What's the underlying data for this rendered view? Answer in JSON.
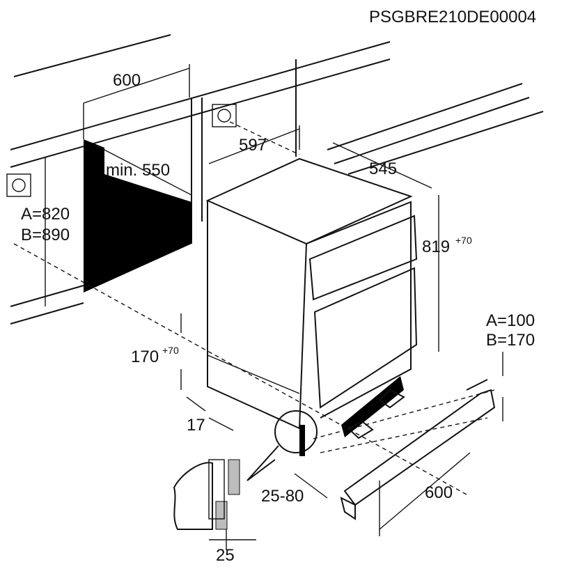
{
  "diagram": {
    "code": "PSGBRE210DE00004",
    "niche_width": "600",
    "niche_depth": "min. 550",
    "appliance_width": "597",
    "appliance_depth": "545",
    "niche_height_a": "A=820",
    "niche_height_b": "B=890",
    "appliance_height": "819",
    "appliance_height_sup": "+70",
    "plinth_height": "170",
    "plinth_height_sup": "+70",
    "plinth_offset": "17",
    "plinth_a": "A=100",
    "plinth_b": "B=170",
    "plinth_width": "600",
    "ventilation_gap": "25-80",
    "door_detail_gap": "25"
  },
  "colors": {
    "ink": "#111111",
    "fill_dark": "#000000",
    "detail_grey": "#bdbdbd"
  }
}
